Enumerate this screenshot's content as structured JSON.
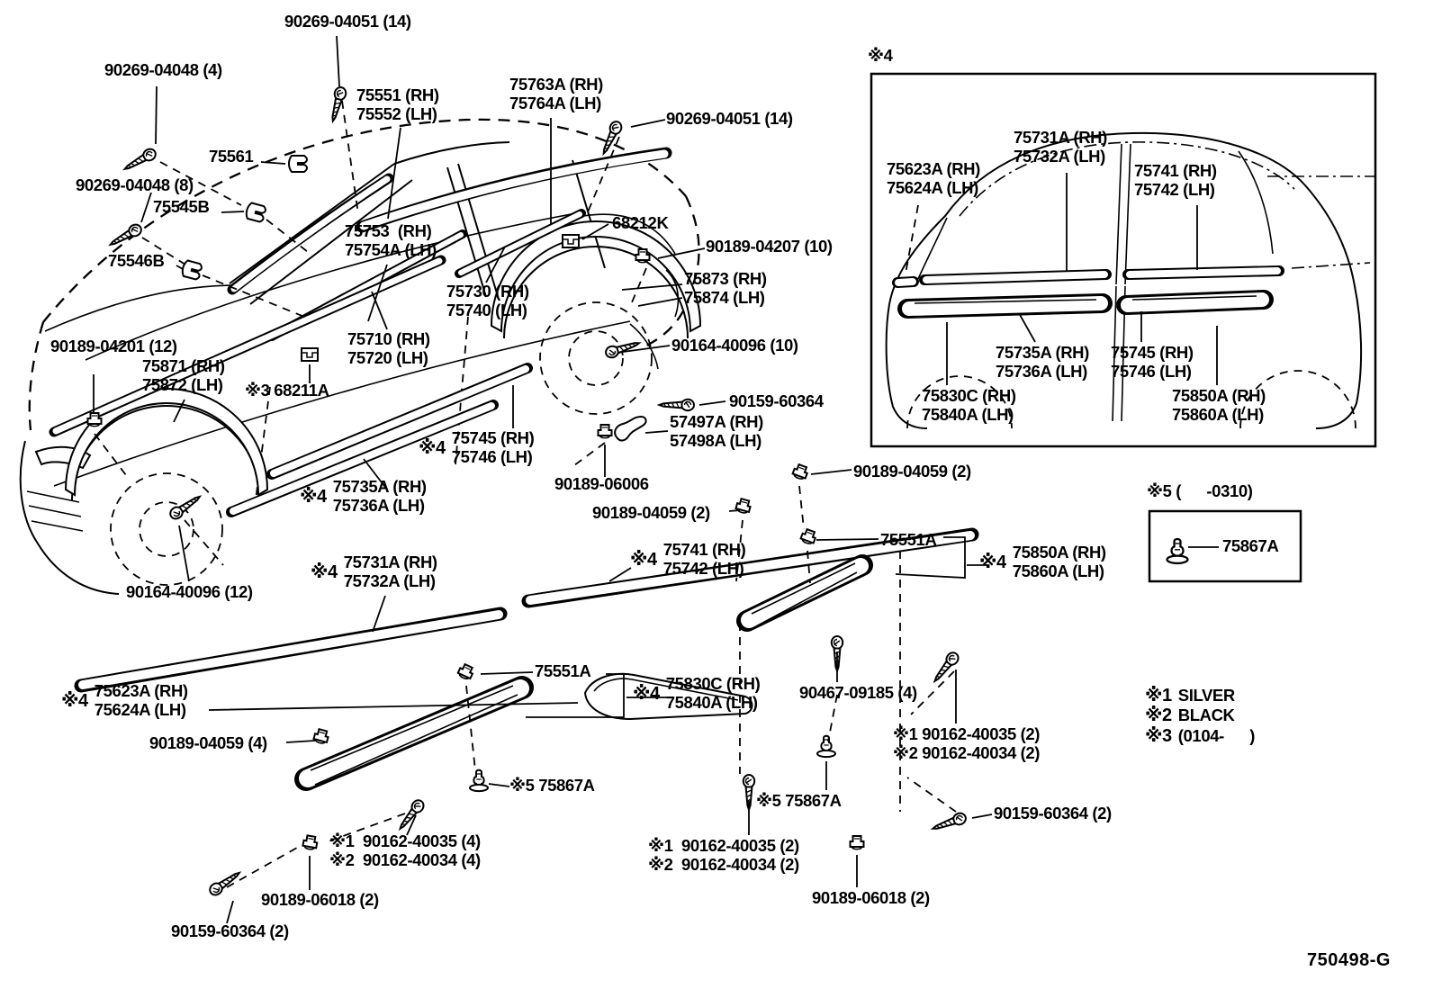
{
  "title_block": {
    "drawing_number": "750498-G"
  },
  "notes": {
    "inset_sym": "※4",
    "n5_title": "※5 (      -0310)",
    "n5_part": "75867A",
    "n1_sym": "※1",
    "n1_val": "SILVER",
    "n2_sym": "※2",
    "n2_val": "BLACK",
    "n3_sym": "※3",
    "n3_val": "(0104-      )"
  },
  "labels": {
    "l01": "90269-04051 (14)",
    "l02": "90269-04048 (4)",
    "l03": "75551 (RH)\n75552 (LH)",
    "l04": "75763A (RH)\n75764A (LH)",
    "l05": "90269-04051 (14)",
    "l06": "75561",
    "l07": "90269-04048 (8)",
    "l08": "75545B",
    "l09": "75546B",
    "l10": "68212K",
    "l11": "90189-04207 (10)",
    "l12": "75873 (RH)\n75874 (LH)",
    "l13": "75753  (RH)\n75754A (LH)",
    "l14": "75730 (RH)\n75740 (LH)",
    "l15": "75710 (RH)\n75720 (LH)",
    "l16": "90189-04201 (12)",
    "l17": "75871 (RH)\n75872 (LH)",
    "l18": "※3 68211A",
    "l19": "90164-40096 (10)",
    "l20": "90159-60364",
    "l21": "57497A (RH)\n57498A (LH)",
    "l22p": "※4",
    "l22": "75745 (RH)\n75746 (LH)",
    "l23p": "※4",
    "l23": "75735A (RH)\n75736A (LH)",
    "l24": "90189-06006",
    "l25": "90189-04059 (2)",
    "l26": "90189-04059 (2)",
    "l27": "75551A",
    "l28p": "※4",
    "l28": "75850A (RH)\n75860A (LH)",
    "l29p": "※4",
    "l29": "75731A (RH)\n75732A (LH)",
    "l30p": "※4",
    "l30": "75741 (RH)\n75742 (LH)",
    "l31": "75551A",
    "l32p": "※4",
    "l32": "75830C (RH)\n75840A (LH)",
    "l33p": "※4",
    "l33": "75623A (RH)\n75624A (LH)",
    "l34": "90189-04059 (4)",
    "l35": "※5 75867A",
    "l36": "90467-09185 (4)",
    "l37": "※1 90162-40035 (2)\n※2 90162-40034 (2)",
    "l38": "※5 75867A",
    "l39": "※1  90162-40035 (4)\n※2  90162-40034 (4)",
    "l40": "90189-06018 (2)",
    "l41": "90159-60364 (2)",
    "l42": "※1  90162-40035 (2)\n※2  90162-40034 (2)",
    "l43": "90189-06018 (2)",
    "l44": "90159-60364 (2)",
    "l45": "90164-40096 (12)"
  },
  "inset": {
    "i1": "75731A (RH)\n75732A (LH)",
    "i2": "75623A (RH)\n75624A (LH)",
    "i3": "75741 (RH)\n75742 (LH)",
    "i4": "75735A (RH)\n75736A (LH)",
    "i5": "75745 (RH)\n75746 (LH)",
    "i6": "75830C (RH)\n75840A (LH)",
    "i7": "75850A (RH)\n75860A (LH)"
  }
}
